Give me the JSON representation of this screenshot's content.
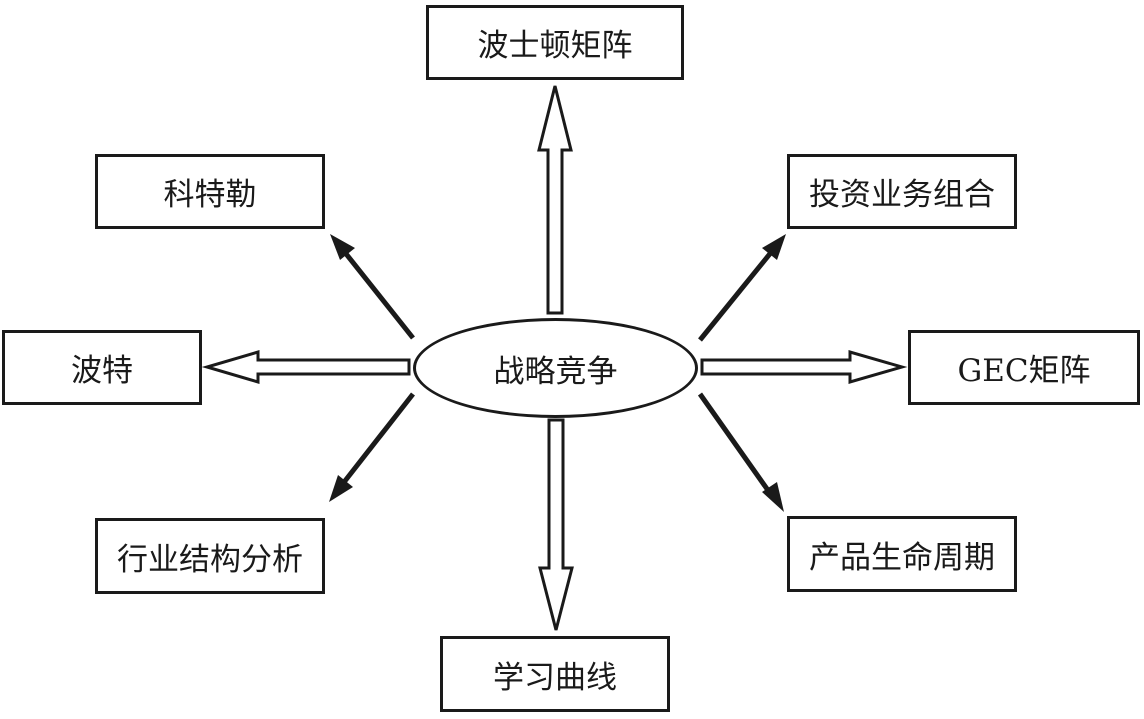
{
  "diagram": {
    "center": {
      "label": "战略竞争"
    },
    "nodes": {
      "top": {
        "label": "波士顿矩阵"
      },
      "top_left": {
        "label": "科特勒"
      },
      "top_right": {
        "label": "投资业务组合"
      },
      "left": {
        "label": "波特"
      },
      "right": {
        "label": "GEC矩阵"
      },
      "bottom_left": {
        "label": "行业结构分析"
      },
      "bottom_right": {
        "label": "产品生命周期"
      },
      "bottom": {
        "label": "学习曲线"
      }
    },
    "arrows": [
      {
        "to": "top",
        "style": "hollow"
      },
      {
        "to": "bottom",
        "style": "hollow"
      },
      {
        "to": "left",
        "style": "hollow"
      },
      {
        "to": "right",
        "style": "hollow"
      },
      {
        "to": "top_left",
        "style": "solid"
      },
      {
        "to": "top_right",
        "style": "solid"
      },
      {
        "to": "bottom_left",
        "style": "solid"
      },
      {
        "to": "bottom_right",
        "style": "solid"
      }
    ],
    "colors": {
      "stroke": "#1a1a1a",
      "fill": "#ffffff"
    }
  }
}
